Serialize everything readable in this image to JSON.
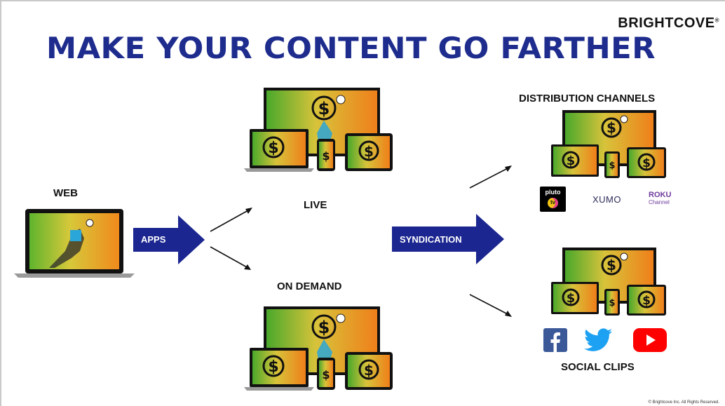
{
  "brand": {
    "name": "BRIGHTCOVE",
    "mark": "®"
  },
  "title": "MAKE YOUR CONTENT GO FARTHER",
  "labels": {
    "web": "WEB",
    "live": "LIVE",
    "on_demand": "ON DEMAND",
    "distribution_channels": "DISTRIBUTION CHANNELS",
    "social_clips": "SOCIAL CLIPS"
  },
  "arrows": {
    "apps": "APPS",
    "syndication": "SYNDICATION"
  },
  "distribution_logos": {
    "pluto_top": "pluto",
    "pluto_bottom": "tv",
    "xumo": "XUMO",
    "roku_top": "ROKU",
    "roku_bottom": "Channel"
  },
  "social_icons": [
    "facebook-icon",
    "twitter-icon",
    "youtube-icon"
  ],
  "dollar_symbol": "$",
  "copyright": "© Brightcove Inc. All Rights Reserved.",
  "colors": {
    "title": "#1e2c8e",
    "arrow": "#1b2690",
    "facebook": "#3b5998",
    "twitter": "#1da1f2",
    "youtube": "#ff0000",
    "roku": "#6c3a9c"
  }
}
